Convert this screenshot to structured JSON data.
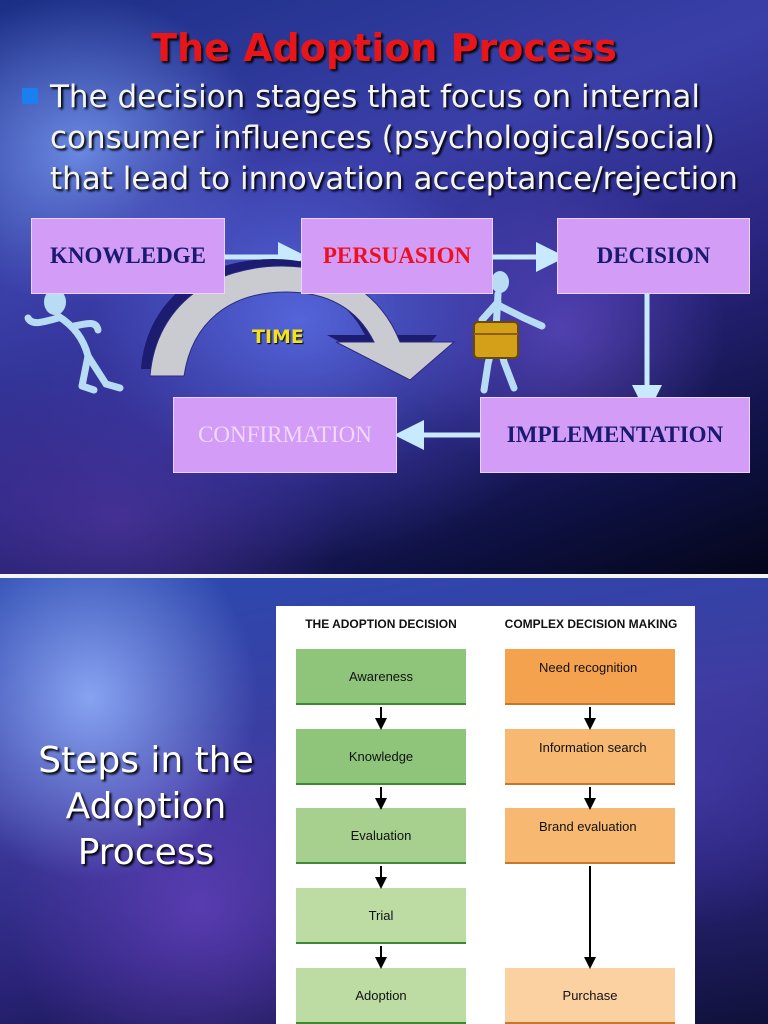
{
  "slide1": {
    "title": "The Adoption Process",
    "bullet": "The decision stages that focus on internal consumer influences (psychological/social) that lead to innovation acceptance/rejection",
    "stages": {
      "knowledge": "KNOWLEDGE",
      "persuasion": "PERSUASION",
      "decision": "DECISION",
      "implementation": "IMPLEMENTATION",
      "confirmation": "CONFIRMATION"
    },
    "time_label": "TIME",
    "colors": {
      "title": "#e8161a",
      "box": "#d29cf7",
      "arrow": "#c8eaff",
      "persuasion_text": "#ee1020"
    }
  },
  "slide2": {
    "title": "Steps in the Adoption Process",
    "figure": {
      "left_heading": "THE ADOPTION DECISION",
      "right_heading": "COMPLEX DECISION MAKING",
      "adoption_steps": [
        "Awareness",
        "Knowledge",
        "Evaluation",
        "Trial",
        "Adoption"
      ],
      "complex_steps": [
        "Need recognition",
        "Information search",
        "Brand evaluation",
        "Purchase"
      ]
    },
    "colors": {
      "adoption_step": "#8fc57a",
      "complex_step": "#f5a24e"
    }
  }
}
